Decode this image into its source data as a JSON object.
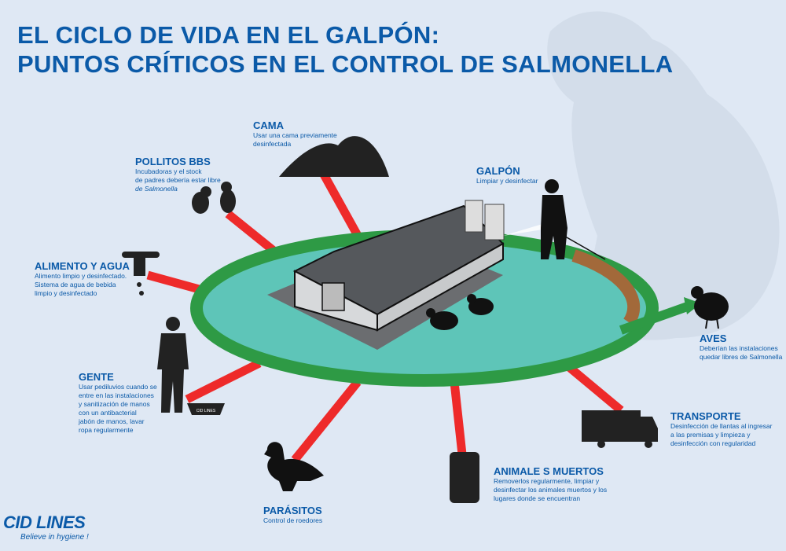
{
  "title": {
    "line1": "EL CICLO DE VIDA EN EL GALPÓN:",
    "line2": "PUNTOS CRÍTICOS EN EL CONTROL DE SALMONELLA"
  },
  "colors": {
    "background": "#dfe8f4",
    "title": "#0b5aa8",
    "cycle": "#2e9a45",
    "floor": "#5ec5b8",
    "risk": "#ee2a2a"
  },
  "points": {
    "cama": {
      "heading": "CAMA",
      "desc1": "Usar una cama previamente",
      "desc2": "desinfectada"
    },
    "pollitos": {
      "heading": "POLLITOS BBS",
      "desc1": "Incubadoras y el stock",
      "desc2": "de padres debería estar libre",
      "desc3": "de Salmonella"
    },
    "galpon": {
      "heading": "GALPÓN",
      "desc1": "Limpiar y desinfectar"
    },
    "alimento": {
      "heading": "ALIMENTO Y AGUA",
      "desc1": "Alimento limpio y desinfectado.",
      "desc2": "Sistema de agua de bebida",
      "desc3": "limpio y desinfectado"
    },
    "aves": {
      "heading": "AVES",
      "desc1": "Deberían las instalaciones",
      "desc2": "quedar libres de Salmonella"
    },
    "gente": {
      "heading": "GENTE",
      "desc1": "Usar pediluvios cuando se",
      "desc2": "entre en las instalaciones",
      "desc3": "y sanitización de manos",
      "desc4": "con un antibacterial",
      "desc5": "jabón de manos, lavar",
      "desc6": "ropa regularmente",
      "footbath_label": "CID LINES"
    },
    "transporte": {
      "heading": "TRANSPORTE",
      "desc1": "Desinfección de llantas al ingresar",
      "desc2": "a las premisas y limpieza y",
      "desc3": "desinfección con regularidad"
    },
    "muertos": {
      "heading": "ANIMALE S MUERTOS",
      "desc1": "Removerlos regularmente, limpiar y",
      "desc2": "desinfectar los animales muertos y los",
      "desc3": "lugares donde se encuentran"
    },
    "parasitos": {
      "heading": "PARÁSITOS",
      "desc1": "Control de roedores"
    }
  },
  "logo": {
    "name": "CID LINES",
    "tagline": "Believe in hygiene !"
  }
}
